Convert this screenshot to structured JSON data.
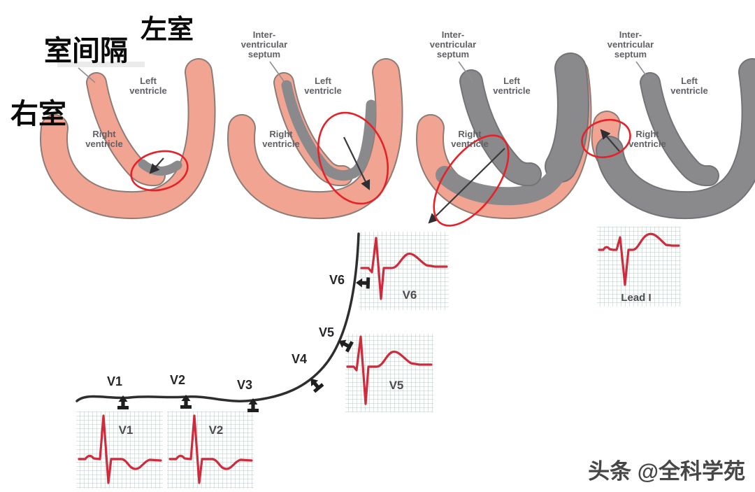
{
  "annotations_zh": {
    "left_ventricle": "左室",
    "interventricular_septum": "室间隔",
    "right_ventricle": "右室"
  },
  "hearts": [
    {
      "left_ventricle_line1": "Left",
      "left_ventricle_line2": "ventricle",
      "right_ventricle_line1": "Right",
      "right_ventricle_line2": "ventricle"
    },
    {
      "septum_line1": "Inter-",
      "septum_line2": "ventricular",
      "septum_line3": "septum",
      "left_ventricle_line1": "Left",
      "left_ventricle_line2": "ventricle",
      "right_ventricle_line1": "Right",
      "right_ventricle_line2": "ventricle"
    },
    {
      "septum_line1": "Inter-",
      "septum_line2": "ventricular",
      "septum_line3": "septum",
      "left_ventricle_line1": "Left",
      "left_ventricle_line2": "ventricle",
      "right_ventricle_line1": "Right",
      "right_ventricle_line2": "ventricle"
    },
    {
      "septum_line1": "Inter-",
      "septum_line2": "ventricular",
      "septum_line3": "septum",
      "left_ventricle_line1": "Left",
      "left_ventricle_line2": "ventricle",
      "right_ventricle_line1": "Right",
      "right_ventricle_line2": "ventricle"
    }
  ],
  "chest_lead_labels": {
    "v1": "V1",
    "v2": "V2",
    "v3": "V3",
    "v4": "V4",
    "v5": "V5",
    "v6": "V6"
  },
  "ecg_strip_labels": {
    "v1": "V1",
    "v2": "V2",
    "v5": "V5",
    "v6": "V6",
    "lead_i": "Lead I"
  },
  "watermark": "头条 @全科学苑",
  "colors": {
    "resting_myocardium": "#f2a492",
    "depolarized_myocardium": "#8a8a8d",
    "ecg_trace": "#cf2b3d",
    "highlight_ellipse": "#e62128",
    "grid_line": "#b9c7c3"
  }
}
